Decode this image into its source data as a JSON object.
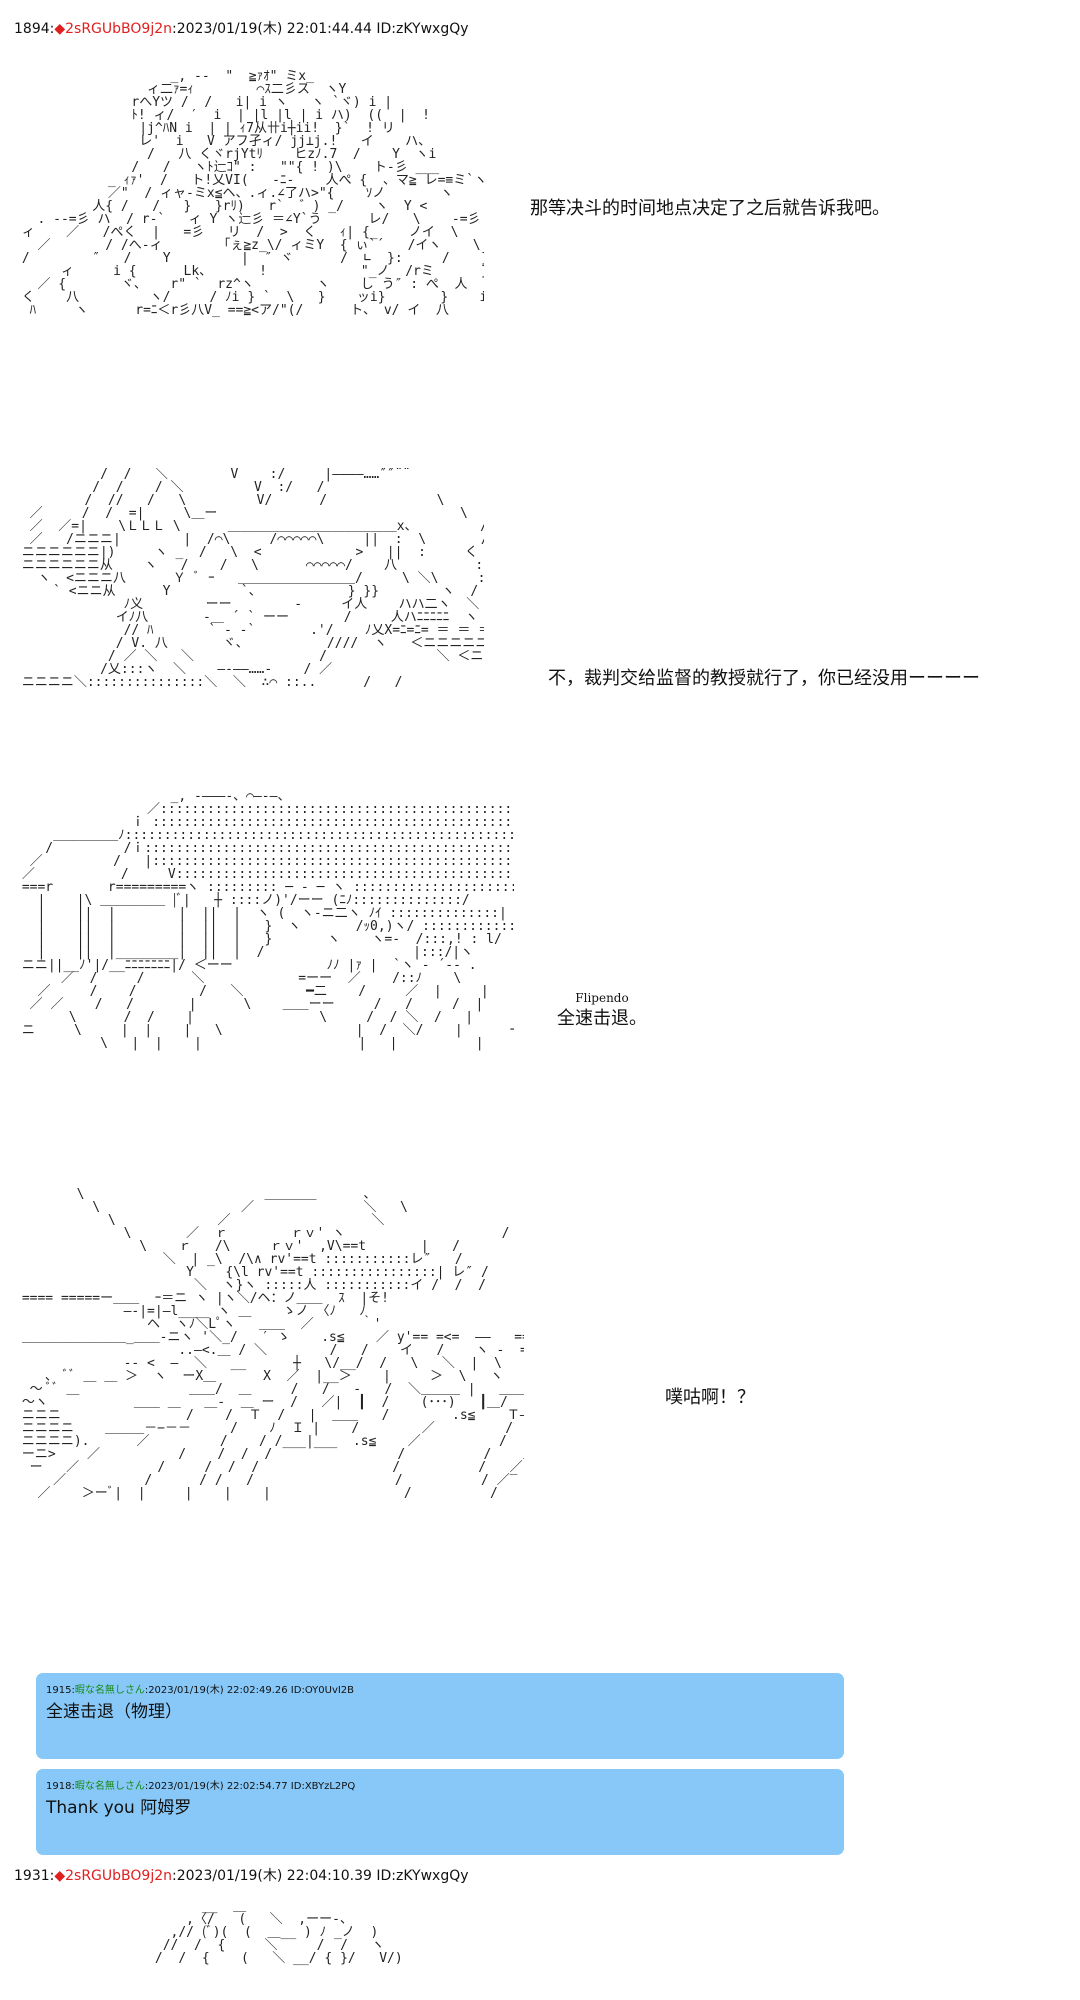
{
  "posts": [
    {
      "number": "1894",
      "sep": ":",
      "trip": "◆2sRGUbBO9j2n",
      "datetime": ":2023/01/19(木) 22:01:44.44",
      "id": "ID:zKYwxgQy"
    },
    {
      "number": "1931",
      "sep": ":",
      "trip": "◆2sRGUbBO9j2n",
      "datetime": ":2023/01/19(木) 22:04:10.39",
      "id": "ID:zKYwxgQy"
    }
  ],
  "panels": [
    {
      "text": "那等决斗的时间地点决定了之后就告诉我吧。",
      "art": "                    _, --  \"  ≧ｧｵ\" ミx_\n                 ィ二ｧ=ｨ        ⌒ｽ二彡ス  ヽY\n               rへYツ /  /   i| i ヽ   ヽ `ヾ) i |\n               ﾄ! ィ/  ′  i  | |l |l | i ハ)  ((  |  !\n                |j^ﾊN i  | | ｨ7从卄i┼ii!  }`  ! リ\n                レ'  i   V アフ孑ィ/ jj⊥j.!   イ    ハ、\n                 /   八 くヾrjYtﾘ    ヒzﾉ.7  /    Y  ヽi\n               /   /   ヽﾄ辷ｺ\" :   \"\"{ ! )\\    ト-彡 ___\n            _ ｨｧ'  /   ト!乂VI(   -ﾆ-    人ぺ {  、マ≧ レ=≡ミ`ヽ\n            ／\"  / ィャ-ミx≦ヘ、.ィ.∠了ハ>\"{    ｿノ       ヽ\n          人{ /   /   }   }rﾘ)   r`  ゛) _/    ヽ  Y <          )/\n   . -‐=彡 ハ  / r-`   ィ Y ヽ辷彡 ＝∠Y`う      レ/   \\    -=彡\n ィ    ／   /ぺく  |   =彡   リ  /  >  く   ｨ| {_    ノイ  \\\n   ／       / /へ-ィ       「ぇ≧z_\\/ ィミY  { ぃ`´   /イヽ    \\\n /        ″   /    Y         |  ″ ヾ      /  ∟  }:     /    }\n      ィ     i {      Lk、      !            \"_ノ  /rミ      }/⌒ヾ     ハ\n   ／ {       ヾ、   r\" `  rz^ヽ        ヽ    し う″ : ぺ  人      }|    /\n く    八         ヽ/     / ﾉi } `  \\   }    ッi}       }    i      ″   /\n  ﾊ     ヽ      r=ﾆ＜r彡八V_ ==≧<ア/\"(/      ト、 v/ イ  八"
    },
    {
      "text": "不，裁判交给监督的教授就行了，你已经没用ーーーー",
      "art": "           /  /   ＼        V    :/     |――――……″″¨¨\n          /  /    / ＼         V  :/   /\n         /  //   /   \\         V/      /              \\\n  ／     /  /  =|     \\＿ー                               \\           /\n  ／  ／=|    \\ＬＬＬ \\      ＿＿＿＿＿＿＿＿＿＿＿＿＿x、        /\n  ／   /ニニニ|        |  /⌒\\     /⌒⌒⌒⌒⌒\\     ||  :  \\       /\n ニニニニニニ|)     ヽ _  /   \\  <            >   ||  :     く\n ニニニニニニ从    ヽ   /    /   \\      ⌒⌒⌒⌒⌒/    八          :   ｀\n   ヽ  <ニニニ八      Ｙ ﾞ ｰ   ＿＿＿＿＿＿＿＿＿/     \\ ＼\\     ::    ヽ\n     ` <ニニ从      Y         `、           } }}        ヽ  /  ＼    \\\n              ﾉ义        ーー        ‐     イ人    ハハ二ヽ  ＼\n             イﾉ八       ‐＿ ´ ` ーー       /     人ハﾆﾆﾆﾆﾆ  ヽ\n              // ﾊ       ` - ‐`       .'/    ﾉ乂X=ﾆ=ﾆ= ＝ ＝ ＝ ＝\n             / V. 八       ヾ、          ////  ヽ   ＜ニニニニニ\n            / ／ ＼   ＼                /              ＼ ＜ニニニ\n           /乂:::ヽ  ＼    ―‐――……-    / ／\n ニニニニ＼:::::::::::::::＼  ＼  ∴⌒ ::..      /   /"
    },
    {
      "ruby": "Flipendo",
      "text": "全速击退。",
      "art": "                    _, ‐―――‐、⌒―‐―、\n                 ／:::::::::::::::::::::::::::::::::::::::::::::::ヽ_\n               ｉ ::::::::::::::::::::::::::::::::::::::::::::::::::::::::::: ヽ\n     ＿＿＿＿＿ﾉ::::::::::::::::::::::::::::::::::::::::::::::::::::::::::::::::::::::::l\n    /         /ｉ:::::::::::::::::::::::::::::::::::::::::::::::::::::::::::::::::::::::: }\n  ／         /   |::::::::::::::::::::::::::::::::::::::::::::::::::::::::::::::::::::::::j/\n ／           /     V:::::::::::::::::::::::::::::::::::::::::::::::::::::::::::::::::::::}\n ===r       r=========ヽ ::::::::: ─ ‐ ─ ヽ :::::::::::::::::::::::/\n   |    |\\ ＿＿＿＿＿ |ﾞ|   ┼ ::::ノ)'/ーー (ﾆﾉ::::::::::::::/\n   |    ||  |        |  ||  |  ヽ (  ヽ-ニ二ヽ ﾉｲ ::::::::::::::|\n   |    ||  |        |  ||  |   }  ヽ       /ｯ0,)ヽ/ :::::::::::::)\n   |    ||  |        |  ||  |   }       ヽ    ヽ=-  /:::,! : l/\n   |    ||  |________|  ||  |  /                   |:::/|ヽ        !\n ニニ||__ﾉ'|/__ﾆﾆﾆﾆﾆﾆﾆ|/ ＜ーー            ﾉﾉ |ｧ |  `ヽ - ´-- .\n      ／  /     /      ＼            =ーー  ／    /::ﾉ    \\        \\\n   ／     /    /        /   ＼        ━二    /     ／  |     |        \\\n  ／ ／    /   /       |      \\    ＿＿ーー     /   /     /  |     |          \\\n       \\      /  /    |                \\     /  / ＼  /   |      /        |\n ニ     \\     |  |    |   \\                 |  /  ＼/    |      ｰ    ﾞ   \\\n           \\   |  |    |                    |   |          |    /      .ﾟ\"\" |"
    },
    {
      "text": "噗咕啊！？",
      "art": "        \\                       ＿＿＿＿      、                      /\n          \\                  ／              ＼   \\                  /\n            \\             ／                  ＼                   /\n              \\       ／  ｒ        ｒｖ' ヽ                    /\n                \\    ｒ   /\\     ｒｖ'  ,V\\==t       |   /\n                   ＼  | _\\  /\\∧ rv'==t :::::::::::レ″   /\n                      Y    {\\l rv'==t ::::::::::::::::| レ″ /\n                       ＼  ヽ}ヽ :::::人 :::::::::::イ /  /  /\n ==== =====ー＿＿  ｰ＝ニ ヽ |ヽ＼/ヘ：ノ＿＿  ｽ  |そ!\n              ―‐|=|―l____ ヽ ＿    ゝノ 〈ﾉ   ﾉ\n                 ヘ  ヽﾉ＼Lﾟヽ   ＿＿  ／      ｀'\n ＿＿＿＿＿＿＿＿_＿＿-ニヽ '＼_/   ′ ゝ    .s≦    ／ y'== =<=  ――   ==  ===\n                     ..―<.＿ / ＼        /   /    イ   /    ヽ -  ==  ==\n              -‐ <  ―  ＼   __      ┼   \\/__/  /   \\   ＼  |  \\\n    ､  ﾞﾞ ＿ ＿ ＞  ヽ  ーX＿      X  ／  |__＞    |     ＞  \\   ヽ\n  ～ ﾞﾞ ＿              ＿＿/  ＿     /   /   ‐   /  ＼＿＿＿ |   ＿＿＿ s====  ヽ\n ～ヽ           ＿＿ ＿   ＿-  ＿ ー  /   ／|  ┃  /    (･･･)   ┃＿/         ヽ\n ニニニ                /    /  Ｔ  /   |  ＿＿   /        .s≦    Ｔ――――\n ニニニニ    ＿＿＿－−－－     /    ﾉ  Ｉ |    /        ／         /      /     >-\n ニニニニ).      ／         /    / /___|___  .s≦    ／          /     /    ／\n ーニ>    ／          /    /  /  /                /          /    ／\n  ー   ／          /     /  /  /                 /          /   ／\n     ／          /      / /   /                  /          / ／‾ ~  ===\n   ／    ＞ーﾞ|  |     |    |    |                 /          /"
    },
    {
      "text": "",
      "art": "                        __  ＿\n                      ,〈/   (   ＼  ,ーー‐、\n                    ,// (ﾞ)(  (  ＿__ ) ﾉ _ノ  )\n                   //  /  {     ＼     /  /   ヽ\n                  /  /  {    (   ＼ __/ { }/   V/)"
    }
  ],
  "replies": [
    {
      "number": "1915",
      "name": "暇な名無しさん",
      "meta": ":2023/01/19(木) 22:02:49.26 ID:OY0UvI2B",
      "body": "全速击退（物理）"
    },
    {
      "number": "1918",
      "name": "暇な名無しさん",
      "meta": ":2023/01/19(木) 22:02:54.77 ID:XBYzL2PQ",
      "body": "Thank you 阿姆罗"
    }
  ]
}
